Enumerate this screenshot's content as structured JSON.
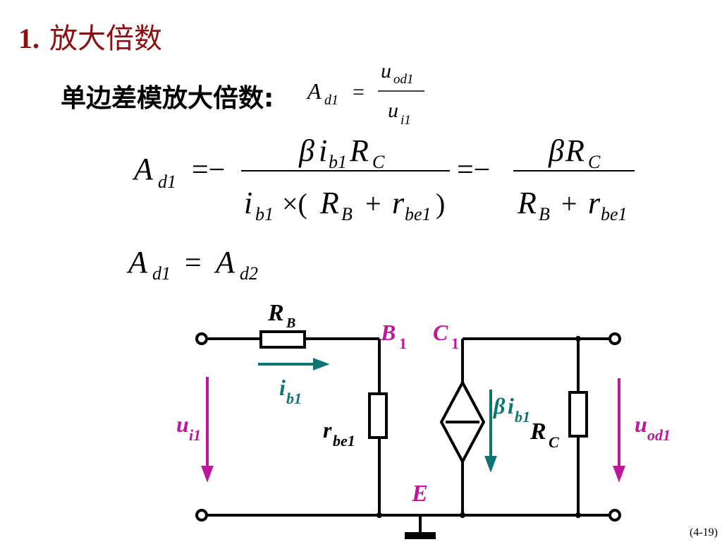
{
  "title": {
    "number": "1.",
    "text": "放大倍数"
  },
  "subtitle": {
    "label": "单边差模放大倍数:"
  },
  "formula1": {
    "A": "A",
    "Asub": "d1",
    "eq": "=",
    "num": "u",
    "numsub": "od1",
    "den": "u",
    "densub": "i1"
  },
  "formula2": {
    "lhs": "A",
    "lhs_sub": "d1",
    "eq1": "=−",
    "beta": "β",
    "i": "i",
    "i_sub": "b1",
    "R": "R",
    "R_sub": "C",
    "den_i": "i",
    "den_i_sub": "b1",
    "times": "×(",
    "RB": "R",
    "RB_sub": "B",
    "plus": "+",
    "r": "r",
    "r_sub": "be1",
    "close": ")",
    "eq2": "=−",
    "beta2": "β",
    "R2": "R",
    "R2_sub": "C",
    "den2_R": "R",
    "den2_R_sub": "B",
    "plus2": "+",
    "den2_r": "r",
    "den2_r_sub": "be1"
  },
  "formula3": {
    "A1": "A",
    "A1_sub": "d1",
    "eq": "=",
    "A2": "A",
    "A2_sub": "d2"
  },
  "circuit": {
    "RB": "R",
    "RB_sub": "B",
    "B1": "B",
    "B1_sub": "1",
    "C1": "C",
    "C1_sub": "1",
    "ib1": "i",
    "ib1_sub": "b1",
    "ui1": "u",
    "ui1_sub": "i1",
    "rbe1": "r",
    "rbe1_sub": "be1",
    "beta_ib1": "β",
    "beta_i": "i",
    "beta_i_sub": "b1",
    "RC": "R",
    "RC_sub": "C",
    "uod1": "u",
    "uod1_sub": "od1",
    "E": "E"
  },
  "page": "(4-19)",
  "colors": {
    "title": "#8a1111",
    "magenta": "#c0169b",
    "teal": "#0f7474",
    "black": "#000000"
  }
}
